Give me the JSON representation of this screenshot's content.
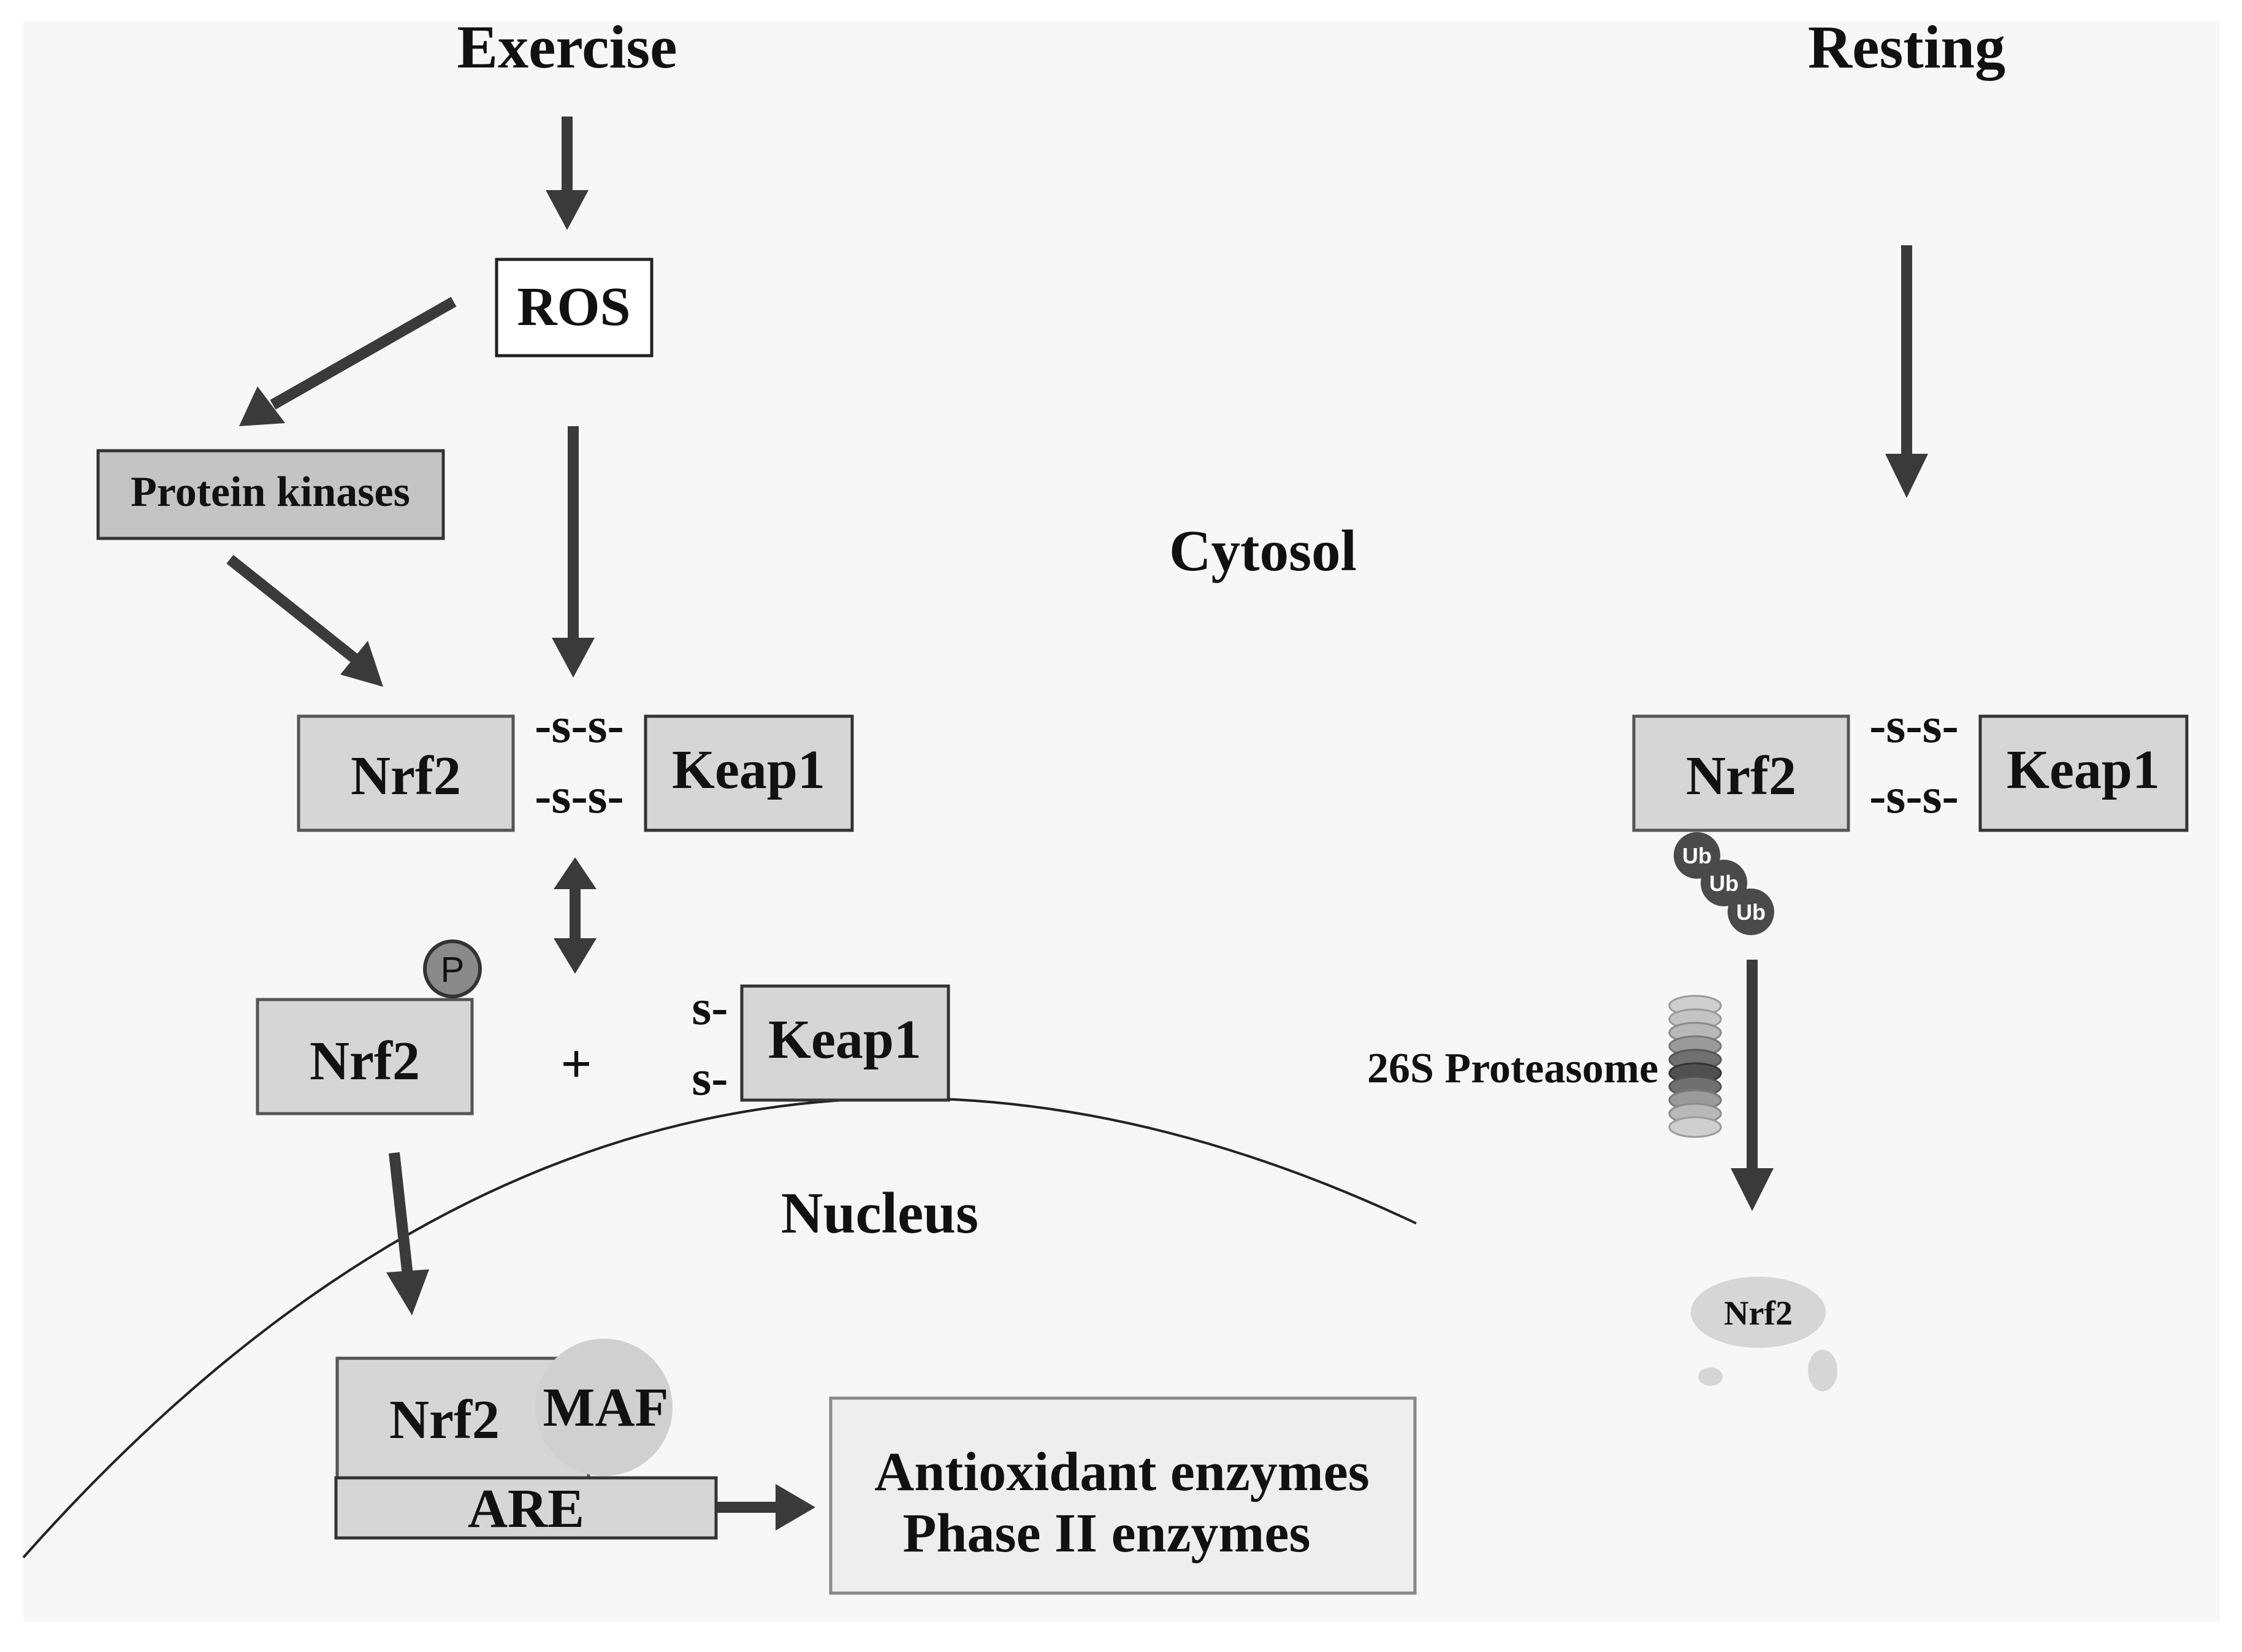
{
  "labels": {
    "exercise": "Exercise",
    "resting": "Resting",
    "cytosol": "Cytosol",
    "nucleus": "Nucleus",
    "ros": "ROS",
    "protein_kinases": "Protein kinases",
    "nrf2": "Nrf2",
    "keap1": "Keap1",
    "maf": "MAF",
    "are": "ARE",
    "antioxidant_enzymes": "Antioxidant enzymes",
    "phase2_enzymes": "Phase II enzymes",
    "proteasome": "26S Proteasome",
    "phospho": "P",
    "ubiquitin": "Ub",
    "plus": "+",
    "disulfide": "-s-s-",
    "reduced_thiol": "s-"
  },
  "colors": {
    "background": "#f7f7f7",
    "box_fill": "#d6d6d6",
    "kinase_fill": "#c4c4c4",
    "arrow": "#3a3a3a",
    "ubiquitin": "#4a4a4a",
    "maf_fill": "#d0d0d0"
  }
}
